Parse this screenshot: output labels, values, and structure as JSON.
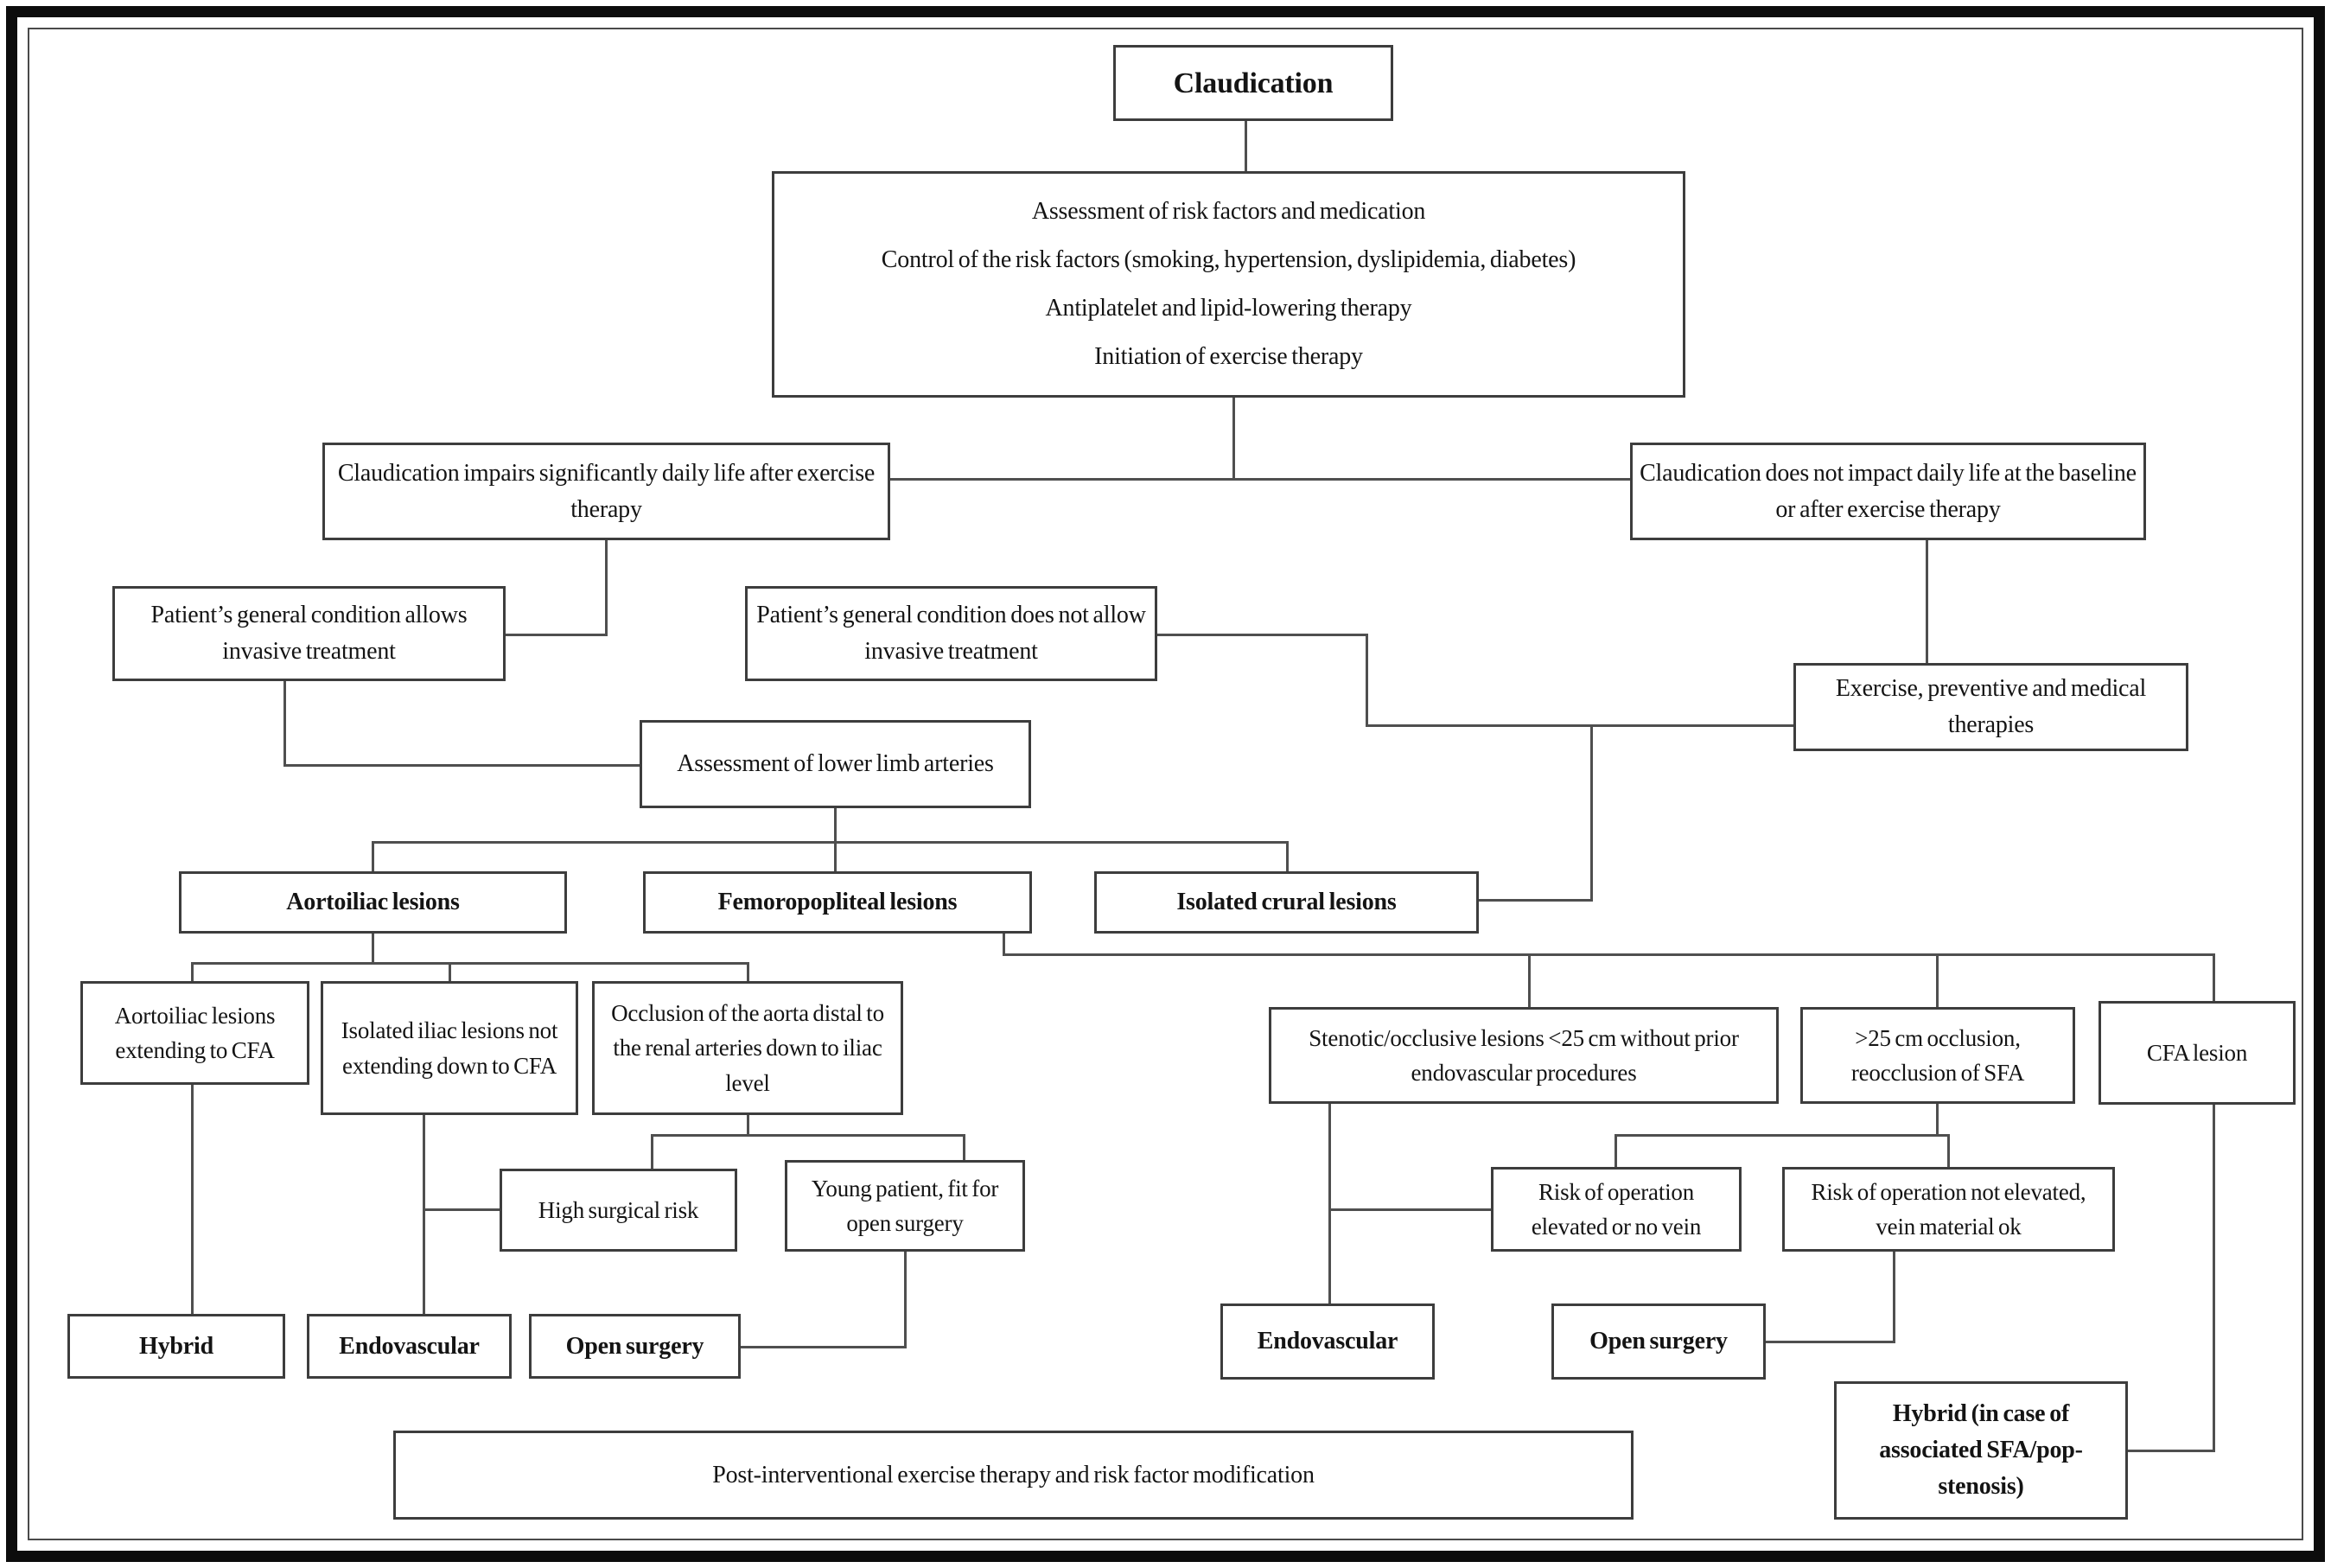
{
  "colors": {
    "background": "#ffffff",
    "box_border": "#3d3d3d",
    "connector": "#4f4f4f",
    "text": "#141414",
    "frame": "#0c0c0c"
  },
  "nodes": {
    "claudication": "Claudication",
    "risk_assessment_lines": [
      "Assessment of risk factors and medication",
      "Control of the risk factors (smoking, hypertension, dyslipidemia, diabetes)",
      "Antiplatelet and lipid-lowering therapy",
      "Initiation of exercise therapy"
    ],
    "impairs": "Claudication impairs significantly daily life after exercise therapy",
    "no_impact": "Claudication does not impact daily life at the baseline or after exercise therapy",
    "allows": "Patient’s general condition allows invasive treatment",
    "not_allow": "Patient’s general condition does not allow invasive treatment",
    "exercise_medical": "Exercise, preventive and medical therapies",
    "lower_limb": "Assessment of lower limb arteries",
    "aortoiliac": "Aortoiliac lesions",
    "femoropopliteal": "Femoropopliteal lesions",
    "isolated_crural": "Isolated crural lesions",
    "aorto_cfa": "Aortoiliac lesions extending to CFA",
    "isolated_iliac": "Isolated iliac lesions not extending down to CFA",
    "occlusion_aorta": "Occlusion of the aorta distal to the renal arteries down to iliac level",
    "stenotic": "Stenotic/occlusive lesions <25 cm without prior endovascular procedures",
    "occlusion_25": ">25 cm occlusion, reocclusion of SFA",
    "cfa_lesion": "CFA lesion",
    "high_risk": "High surgical risk",
    "young_patient": "Young patient, fit for open surgery",
    "risk_elevated": "Risk of operation elevated or no vein",
    "risk_not_elevated": "Risk of operation not elevated, vein material ok",
    "hybrid": "Hybrid",
    "endovascular_left": "Endovascular",
    "open_surgery_left": "Open surgery",
    "endovascular_right": "Endovascular",
    "open_surgery_right": "Open surgery",
    "hybrid_sfa": "Hybrid (in case of associated SFA/pop- stenosis)",
    "post_interventional": "Post-interventional exercise therapy and risk factor modification"
  }
}
